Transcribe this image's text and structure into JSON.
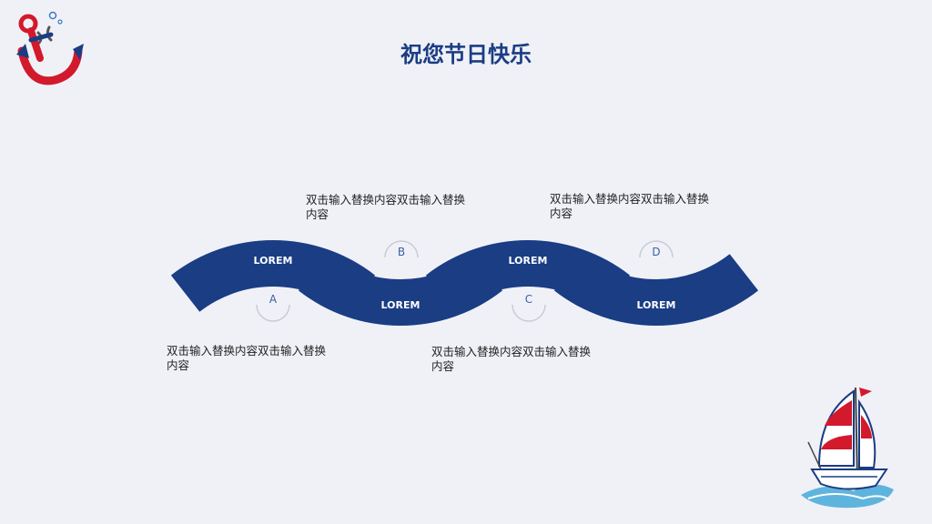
{
  "title": "祝您节日快乐",
  "segments": [
    {
      "label": "LOREM",
      "letter": "A",
      "text": "双击输入替换内容双击输入替换内容"
    },
    {
      "label": "LOREM",
      "letter": "B",
      "text": "双击输入替换内容双击输入替换内容"
    },
    {
      "label": "LOREM",
      "letter": "C",
      "text": "双击输入替换内容双击输入替换内容"
    },
    {
      "label": "LOREM",
      "letter": "D",
      "text": "双击输入替换内容双击输入替换内容"
    }
  ],
  "colors": {
    "segment": "#1a3d84",
    "accent_circle": "#c9ccd6",
    "anchor": "#d3192c",
    "sail": "#d3192c"
  },
  "icons": {
    "top_left": "anchor-icon",
    "bottom_right": "sailboat-icon"
  }
}
